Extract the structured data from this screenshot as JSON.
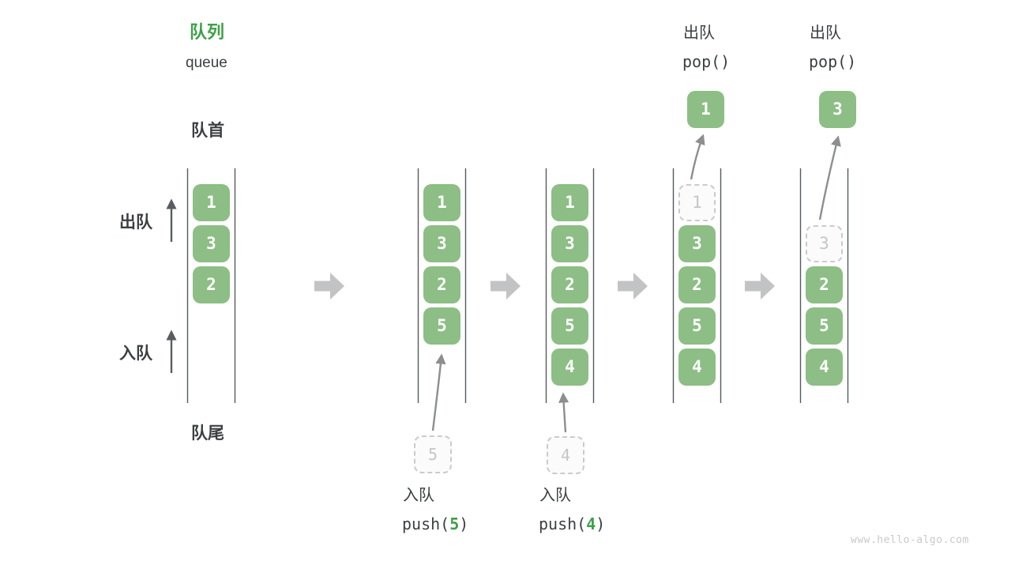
{
  "header": {
    "title_zh": "队列",
    "title_en": "queue"
  },
  "side_labels": {
    "front": "队首",
    "rear": "队尾",
    "dequeue": "出队",
    "enqueue": "入队"
  },
  "ops": {
    "push5": {
      "zh": "入队",
      "fn": "push(",
      "arg": "5",
      "end": ")"
    },
    "push4": {
      "zh": "入队",
      "fn": "push(",
      "arg": "4",
      "end": ")"
    },
    "pop1": {
      "zh": "出队",
      "fn": "pop()"
    },
    "pop2": {
      "zh": "出队",
      "fn": "pop()"
    }
  },
  "states": [
    {
      "cells": [
        "1",
        "3",
        "2"
      ]
    },
    {
      "cells": [
        "1",
        "3",
        "2",
        "5"
      ],
      "ghost": "5"
    },
    {
      "cells": [
        "1",
        "3",
        "2",
        "5",
        "4"
      ],
      "ghost": "4"
    },
    {
      "cells": [
        "3",
        "2",
        "5",
        "4"
      ],
      "ghost": "1",
      "popped": "1"
    },
    {
      "cells": [
        "2",
        "5",
        "4"
      ],
      "ghost": "3",
      "popped": "3"
    }
  ],
  "watermark": "www.hello-algo.com",
  "colors": {
    "cell_green": "#8DBE85",
    "accent_green": "#3EA047",
    "text_dark": "#3C4043",
    "rail_gray": "#56595C",
    "flow_arrow_gray": "#C2C3C5",
    "curve_arrow_gray": "#8C8E90",
    "ghost_gray": "#C4C6C8"
  }
}
